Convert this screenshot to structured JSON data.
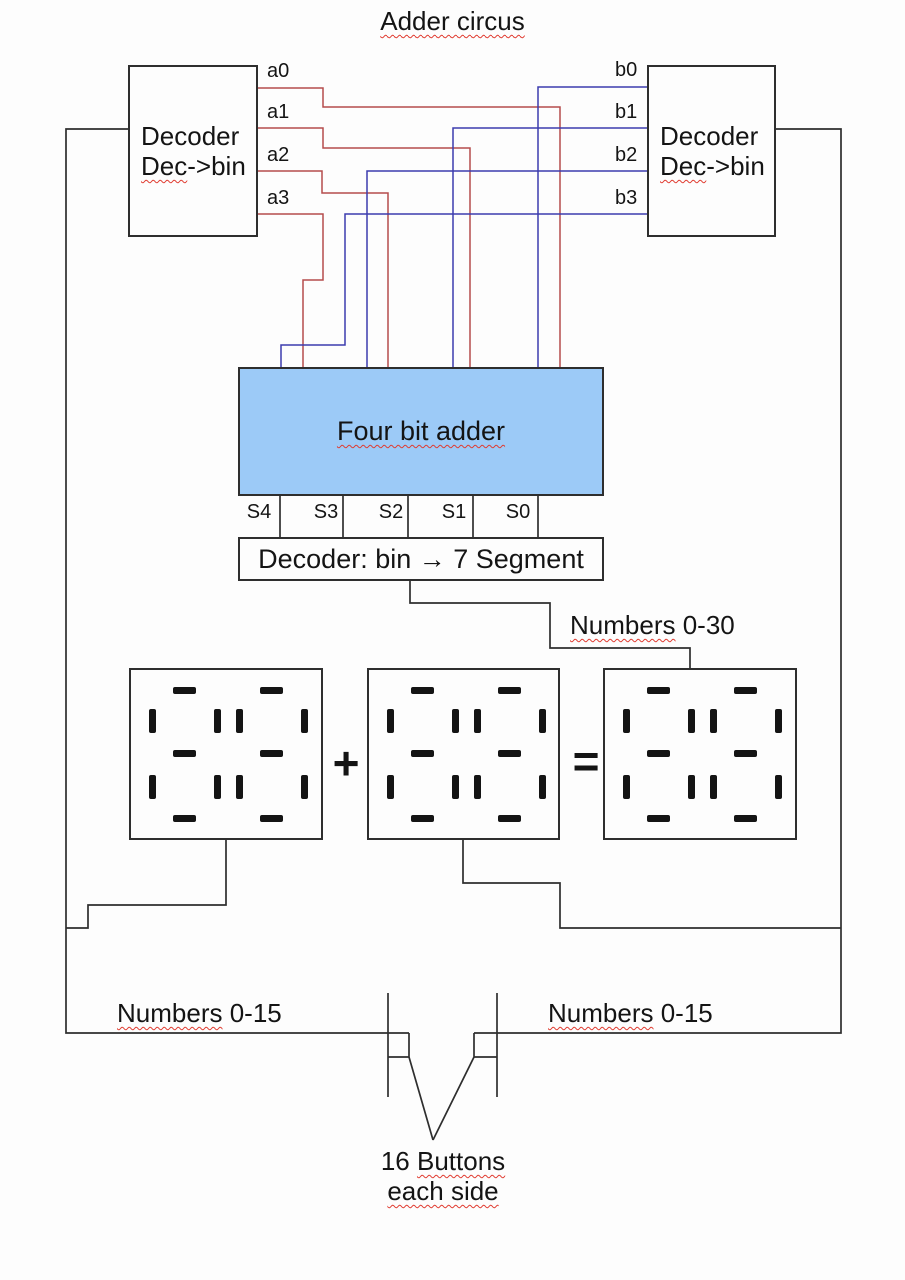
{
  "title": "Adder circus",
  "colors": {
    "wire_red": "#b54c4c",
    "wire_blue": "#3c3cae",
    "adder_fill": "#9ccaf7",
    "line": "#2e2e2e",
    "squiggle": "#e03a2f"
  },
  "decoder_left": {
    "line1": "Decoder",
    "line2_marked": "Dec",
    "line2_rest": "->bin"
  },
  "decoder_right": {
    "line1": "Decoder",
    "line2_marked": "Dec",
    "line2_rest": "->bin"
  },
  "a_labels": [
    "a0",
    "a1",
    "a2",
    "a3"
  ],
  "b_labels": [
    "b0",
    "b1",
    "b2",
    "b3"
  ],
  "adder": {
    "label": "Four bit adder"
  },
  "sum_labels": [
    "S4",
    "S3",
    "S2",
    "S1",
    "S0"
  ],
  "seg_decoder": {
    "label": "Decoder: bin → 7 Segment"
  },
  "annotations": {
    "numbers_0_30": {
      "marked": "Numbers",
      "rest": " 0-30"
    },
    "numbers_left": {
      "marked": "Numbers",
      "rest": " 0-15"
    },
    "numbers_right": {
      "marked": "Numbers",
      "rest": " 0-15"
    },
    "plus": "+",
    "equals": "=",
    "buttons": {
      "pre": "16 ",
      "marked": "Buttons",
      "line2": "each side"
    }
  },
  "displays": {
    "count": 3,
    "digits_each": 2,
    "segments_lit": "all"
  }
}
